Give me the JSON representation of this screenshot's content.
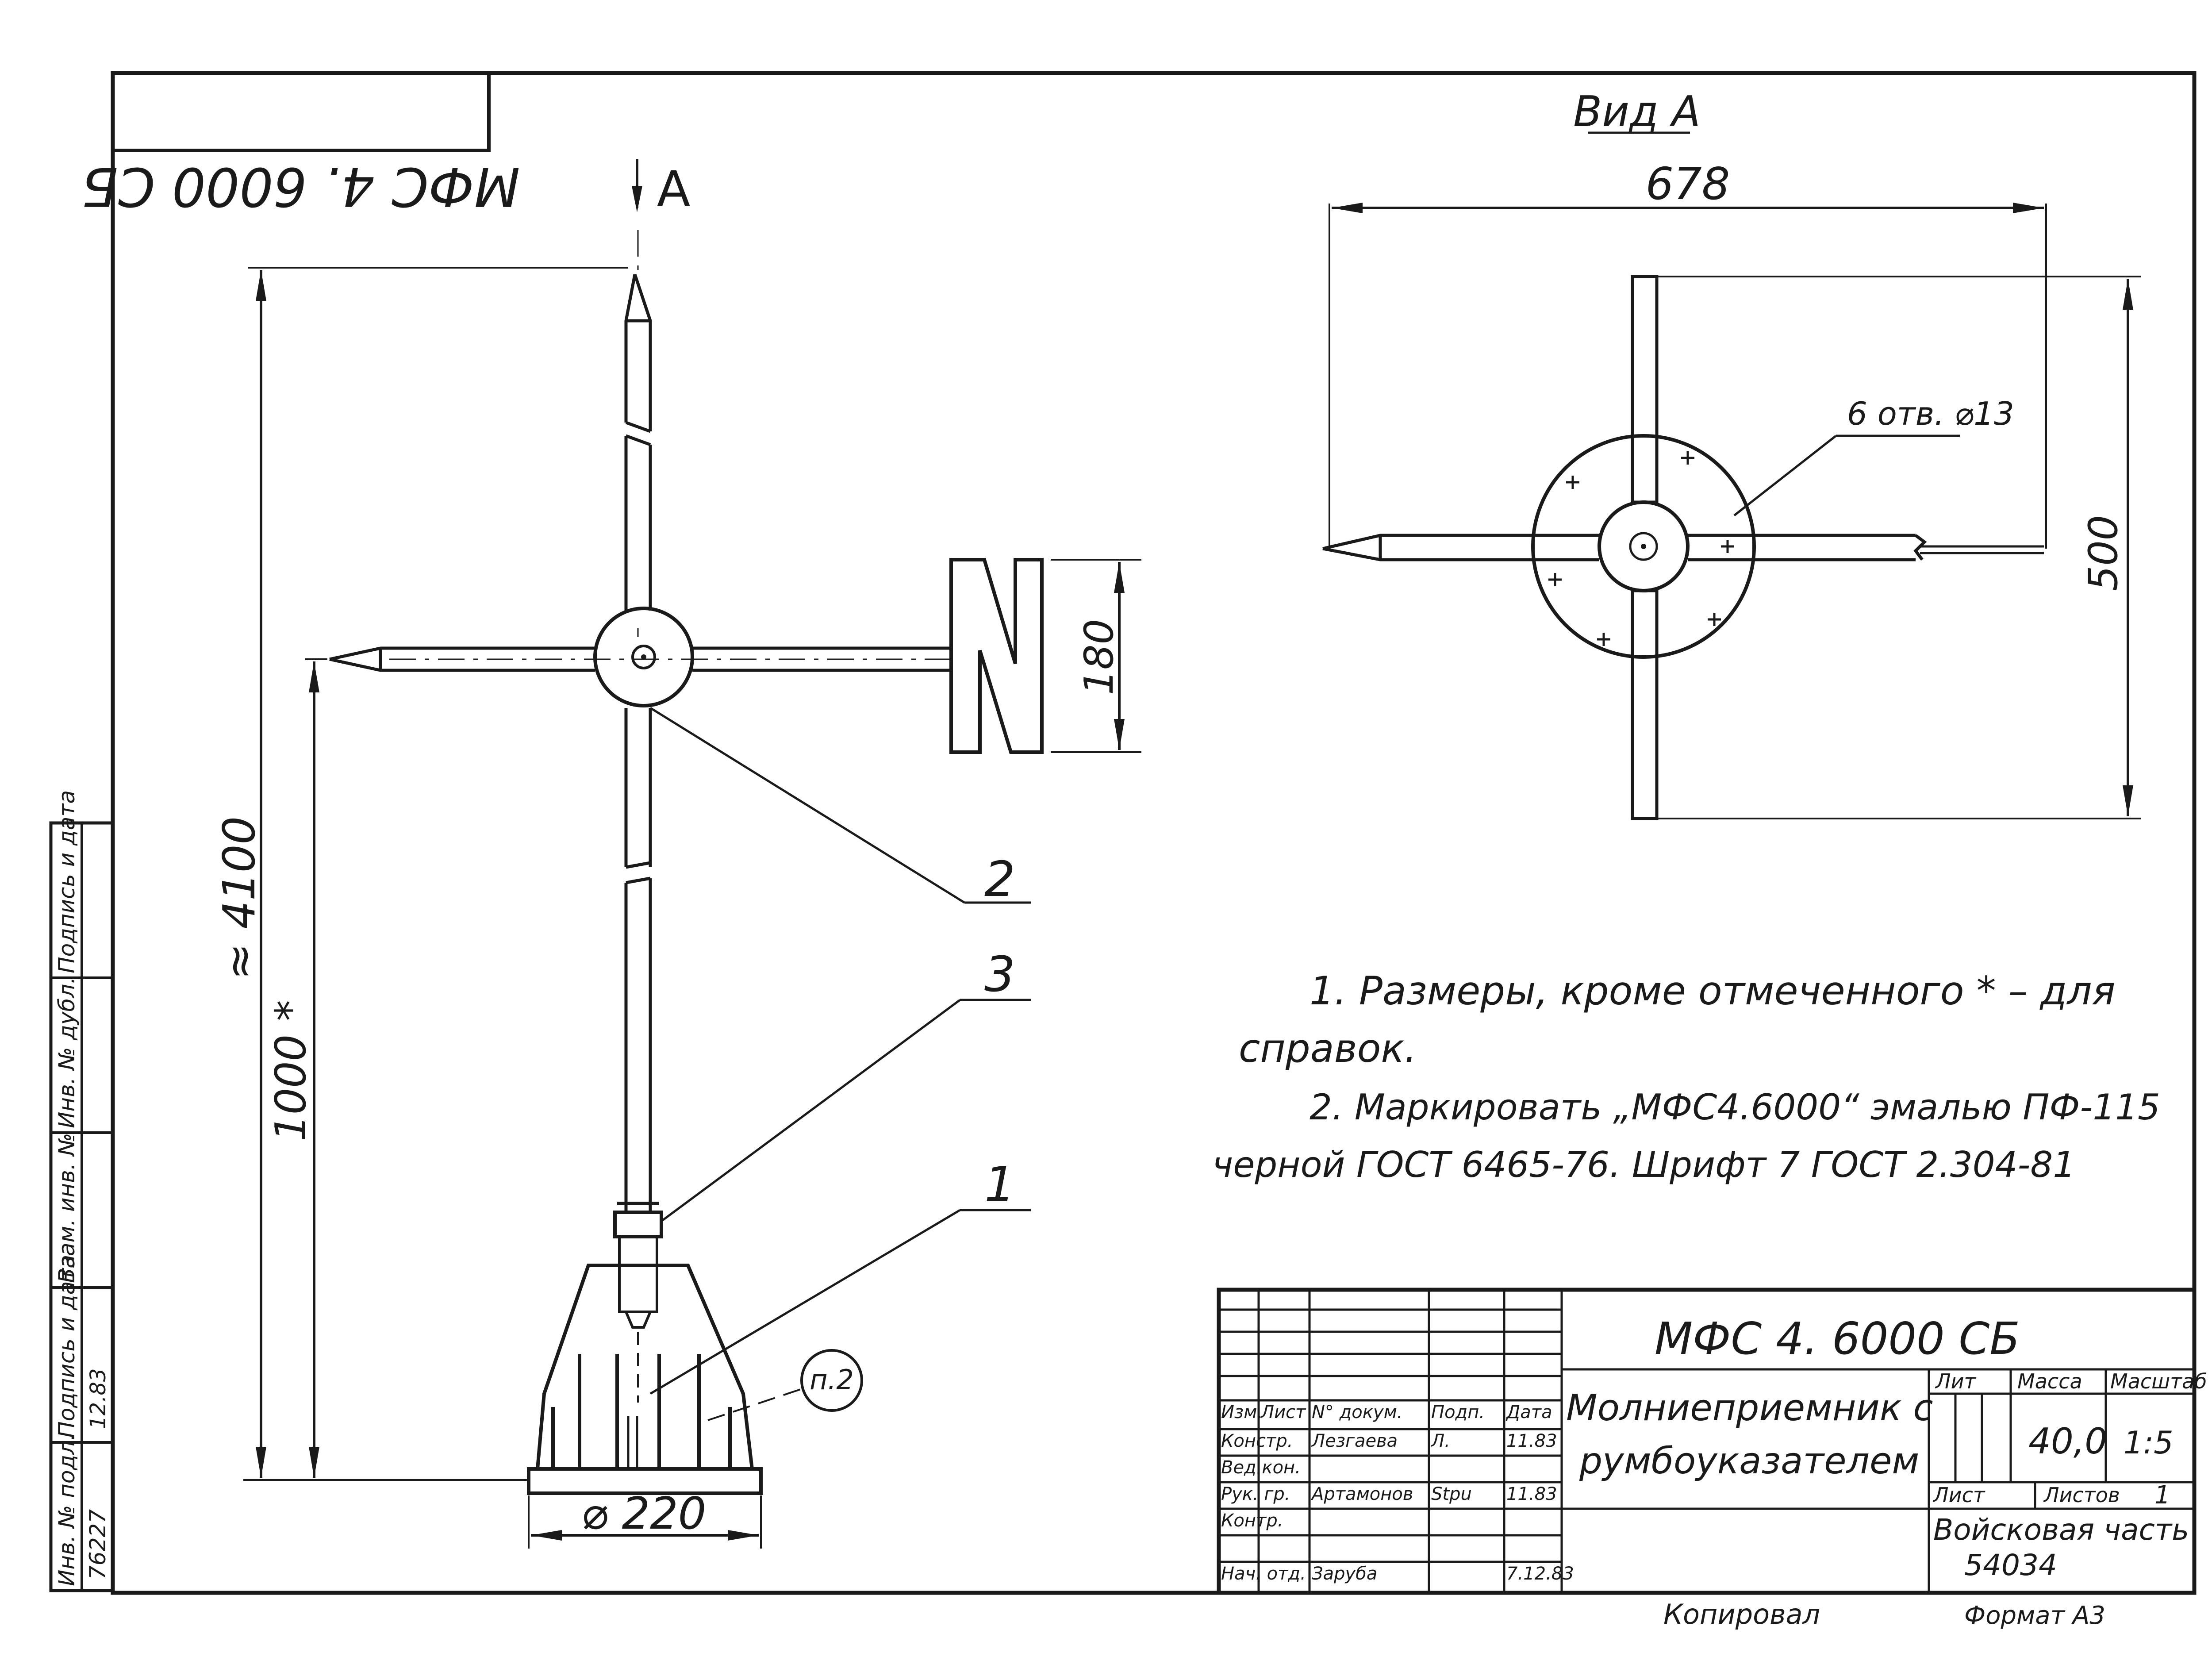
{
  "designation": "МФС 4. 6000 СБ",
  "designation_mirror": "МФС 4. 6000 СБ",
  "view_arrow_label": "А",
  "view_title": "Вид А",
  "dimensions": {
    "height_total": "≈ 4100",
    "height_lower": "1000 *",
    "base_diameter": "⌀ 220",
    "letter_height": "180",
    "view_width": "678",
    "view_height": "500",
    "holes": "6 отв. ⌀13"
  },
  "letter_n": "N",
  "callouts": [
    "1",
    "2",
    "3"
  ],
  "note_ref": "п.2",
  "notes": [
    "1. Размеры, кроме отмеченного * – для",
    "справок.",
    "2. Маркировать „МФС4.6000“ эмалью ПФ-115",
    "черной ГОСТ 6465-76. Шрифт 7 ГОСТ 2.304-81"
  ],
  "title_block": {
    "doc_code": "МФС 4. 6000 СБ",
    "name_line1": "Молниеприемник с",
    "name_line2": "румбоуказателем",
    "col_headers": [
      "Изм.",
      "Лист",
      "N° докум.",
      "Подп.",
      "Дата"
    ],
    "rows": [
      [
        "Констр.",
        "Лезгаева",
        "Л.",
        "11.83"
      ],
      [
        "Вед.кон.",
        "",
        "",
        ""
      ],
      [
        "Рук. гр.",
        "Артамонов",
        "Stpu",
        "11.83"
      ],
      [
        "Контр.",
        "",
        "",
        ""
      ],
      [
        "Нач. отд.",
        "Заруба",
        "",
        "7.12.83"
      ]
    ],
    "lit_label": "Лит",
    "mass_label": "Масса",
    "scale_label": "Масштаб",
    "mass_value": "40,0",
    "scale_value": "1:5",
    "sheet_label": "Лист",
    "sheets_label": "Листов",
    "sheets_value": "1",
    "organization_line1": "Войсковая часть",
    "organization_line2": "54034"
  },
  "side_stamp": {
    "labels": [
      "Инв. № подл.",
      "Подпись и дата",
      "Взам. инв. №",
      "Инв. № дубл.",
      "Подпись и дата"
    ],
    "inv_value": "76227",
    "sign_value": "12.83"
  },
  "footer": {
    "copied": "Копировал",
    "format": "Формат А3"
  }
}
